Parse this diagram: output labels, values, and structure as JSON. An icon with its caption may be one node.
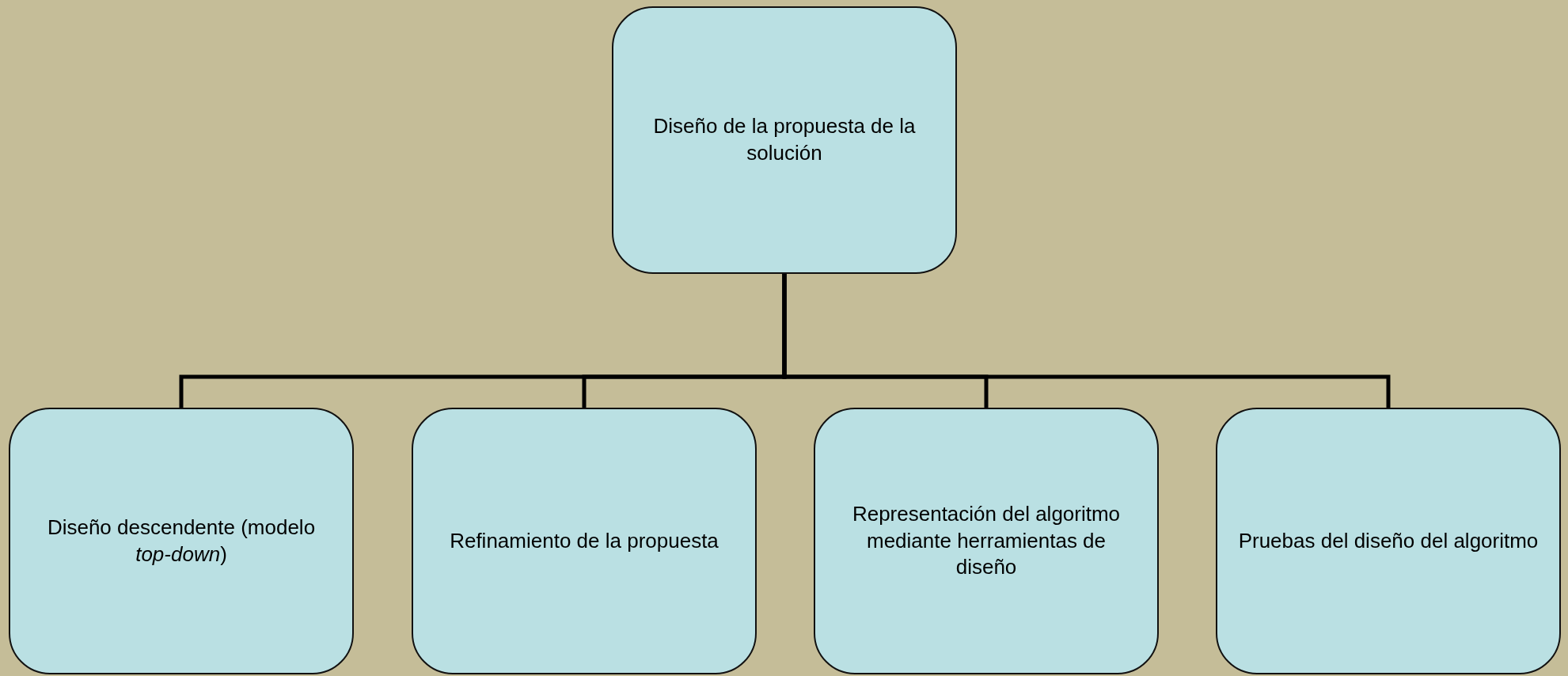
{
  "diagram": {
    "nodes": [
      {
        "text": [
          "Diseño de la propuesta de la solución"
        ]
      },
      {
        "text": [
          "Diseño descendente (modelo *top-down*)"
        ]
      },
      {
        "text": [
          "Refinamiento de la propuesta"
        ]
      },
      {
        "text": [
          "Representación del algoritmo mediante herramientas de diseño"
        ]
      },
      {
        "text": [
          "Pruebas del diseño del algoritmo"
        ]
      }
    ],
    "edges": [
      {
        "from": 0,
        "to": 1,
        "arrow": "none"
      },
      {
        "from": 0,
        "to": 2,
        "arrow": "none"
      },
      {
        "from": 0,
        "to": 3,
        "arrow": "none"
      },
      {
        "from": 0,
        "to": 4,
        "arrow": "none"
      }
    ]
  }
}
